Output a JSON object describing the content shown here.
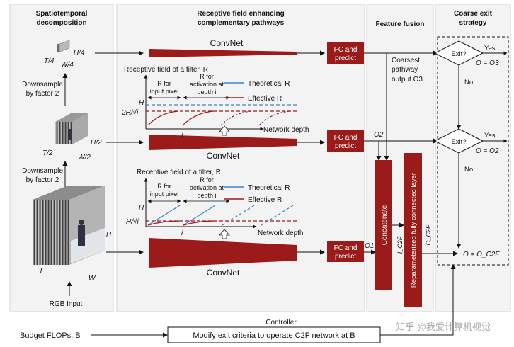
{
  "columns": {
    "spatiotemporal": [
      "Spatiotemporal",
      "decomposition"
    ],
    "receptive": [
      "Receptive field enhancing",
      "complementary pathways"
    ],
    "fusion": "Feature fusion",
    "exit": [
      "Coarse exit",
      "strategy"
    ]
  },
  "left": {
    "dims_top": {
      "t": "T/4",
      "h": "H/4",
      "w": "W/4"
    },
    "dims_mid": {
      "t": "T/2",
      "h": "H/2",
      "w": "W/2"
    },
    "dims_big": {
      "t": "T",
      "h": "H",
      "w": "W"
    },
    "downsample1": [
      "Downsample",
      "by factor 2"
    ],
    "downsample2": [
      "Downsample",
      "by factor 2"
    ],
    "rgb_input": "RGB Input"
  },
  "pathways": {
    "convnet_label": "ConvNet",
    "fc_predict": [
      "FC and",
      "predict"
    ]
  },
  "rf_plot_1": {
    "title": "Receptive field of a filter, R",
    "label_input": [
      "R for",
      "input pixel"
    ],
    "label_depth": [
      "R for",
      "activation at",
      "depth i"
    ],
    "legend_theoretical": "Theoretical R",
    "legend_effective": "Effective R",
    "y_high": "H",
    "y_low": "2H/√i",
    "x_tick": "i",
    "x_axis": "Network depth"
  },
  "rf_plot_2": {
    "title": "Receptive field of a filter, R",
    "label_input": [
      "R for",
      "input pixel"
    ],
    "label_depth": [
      "R for",
      "activation at",
      "depth i"
    ],
    "legend_theoretical": "Theoretical R",
    "legend_effective": "Effective R",
    "y_high": "H",
    "y_low": "H/√i",
    "x_tick": "i",
    "x_axis": "Network depth"
  },
  "fusion": {
    "coarsest": [
      "Coarsest",
      "pathway",
      "output O3"
    ],
    "o2": "O2",
    "o1": "O1",
    "concatenate": "Concatenate",
    "reparam": "Reparameterized fully connected layer",
    "i_c2f": "I_C2F",
    "o_c2f": "O_C2F"
  },
  "exit": {
    "exit_q": "Exit?",
    "yes": "Yes",
    "no": "No",
    "o_eq_o3": "O = O3",
    "o_eq_o2": "O = O2",
    "o_eq_oc2f": "O = O_C2F"
  },
  "controller": {
    "label": "Controller",
    "budget": "Budget FLOPs, B",
    "modify": "Modify exit criteria to operate C2F network at B"
  },
  "watermark": "知乎 @我爱计算机视觉",
  "colors": {
    "dark_red": "#9b1b1b",
    "blue": "#3d86c6",
    "panel_bg": "#f3f3f3"
  }
}
